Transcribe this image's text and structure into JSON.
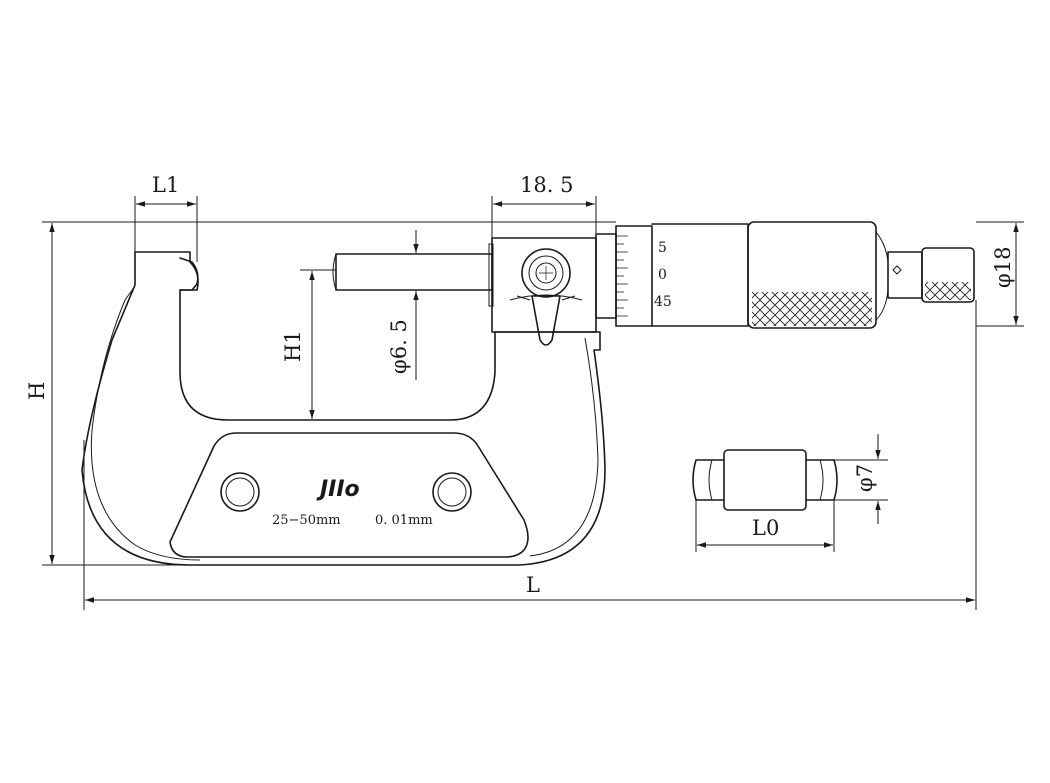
{
  "dimensions": {
    "L1": "L1",
    "width_18_5": "18. 5",
    "H": "H",
    "H1": "H1",
    "phi_6_5": "φ6. 5",
    "phi_18": "φ18",
    "L": "L",
    "L0": "L0",
    "phi_7": "φ7"
  },
  "thimble_scale": [
    "5",
    "0",
    "45"
  ],
  "plate": {
    "logo": "JIIo",
    "range": "25−50mm",
    "resolution": "0. 01mm"
  },
  "colors": {
    "line": "#1a1a1a",
    "background": "#ffffff"
  }
}
